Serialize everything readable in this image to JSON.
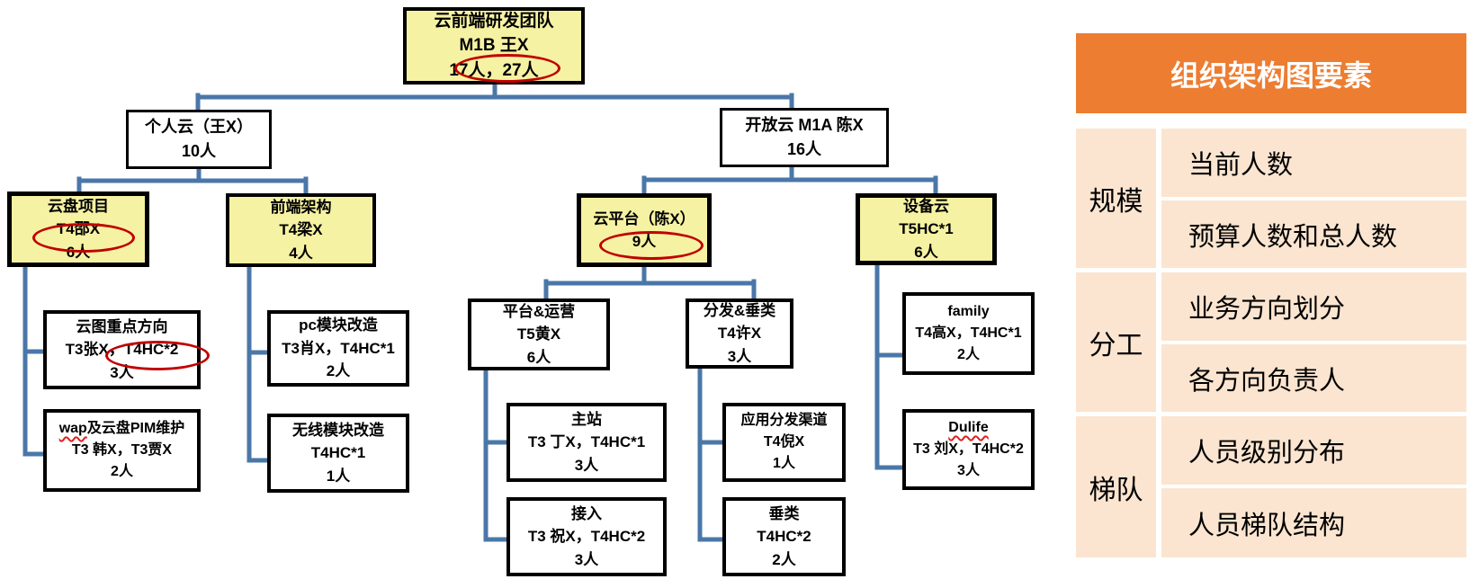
{
  "nodes": {
    "root": {
      "l1": "云前端研发团队",
      "l2": "M1B 王X",
      "l3": "17人，27人"
    },
    "personal": {
      "l1": "个人云（王X）",
      "l2": "10人"
    },
    "open": {
      "l1": "开放云 M1A 陈X",
      "l2": "16人"
    },
    "pan": {
      "l1": "云盘项目",
      "l2": "T4邵X",
      "l3": "6人"
    },
    "arch": {
      "l1": "前端架构",
      "l2": "T4梁X",
      "l3": "4人"
    },
    "platform": {
      "l1": "云平台（陈X）",
      "l2": "9人"
    },
    "device": {
      "l1": "设备云",
      "l2": "T5HC*1",
      "l3": "6人"
    },
    "yuntu": {
      "l1": "云图重点方向",
      "l2": "T3张X，T4HC*2",
      "l3": "3人"
    },
    "wap": {
      "l1_wavy": "wap",
      "l1_rest": "及云盘PIM维护",
      "l2": "T3 韩X，T3贾X",
      "l3": "2人"
    },
    "pc": {
      "l1": "pc模块改造",
      "l2": "T3肖X，T4HC*1",
      "l3": "2人"
    },
    "wireless": {
      "l1": "无线模块改造",
      "l2": "T4HC*1",
      "l3": "1人"
    },
    "platops": {
      "l1": "平台&运营",
      "l2": "T5黄X",
      "l3": "6人"
    },
    "dist": {
      "l1": "分发&垂类",
      "l2": "T4许X",
      "l3": "3人"
    },
    "mainsite": {
      "l1": "主站",
      "l2": "T3 丁X，T4HC*1",
      "l3": "3人"
    },
    "access": {
      "l1": "接入",
      "l2": "T3 祝X，T4HC*2",
      "l3": "3人"
    },
    "appdist": {
      "l1": "应用分发渠道",
      "l2": "T4倪X",
      "l3": "1人"
    },
    "vertical": {
      "l1": "垂类",
      "l2": "T4HC*2",
      "l3": "2人"
    },
    "family": {
      "l1": "family",
      "l2": "T4高X，T4HC*1",
      "l3": "2人"
    },
    "dulife": {
      "l1_wavy": "Dulife",
      "l2": "T3 刘X，T4HC*2",
      "l3": "3人"
    }
  },
  "panel": {
    "title": "组织架构图要素",
    "groups": [
      {
        "label": "规模",
        "items": [
          "当前人数",
          "预算人数和总人数"
        ]
      },
      {
        "label": "分工",
        "items": [
          "业务方向划分",
          "各方向负责人"
        ]
      },
      {
        "label": "梯队",
        "items": [
          "人员级别分布",
          "人员梯队结构"
        ]
      }
    ]
  },
  "annotations": {
    "red_circled_values": [
      "17人，27人",
      "T4邵X",
      "T4HC*2",
      "9人"
    ],
    "wavy_underlined": [
      "wap",
      "Dulife"
    ]
  },
  "colors": {
    "node_highlight_yellow": "#F6F2A3",
    "connector_blue": "#4A77A8",
    "annotation_red": "#C00000",
    "panel_header_orange": "#ED7D31",
    "panel_row_peach": "#FBE5D0"
  }
}
